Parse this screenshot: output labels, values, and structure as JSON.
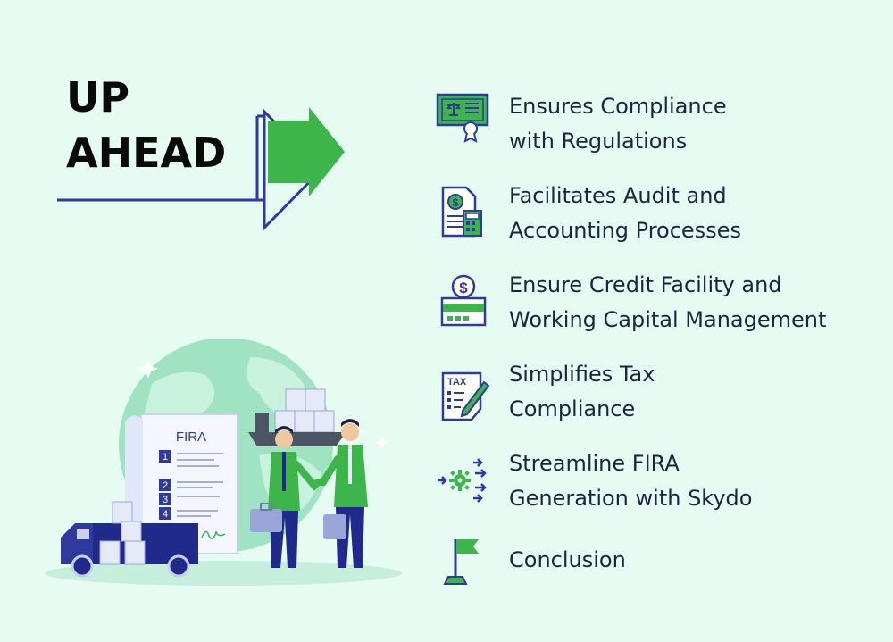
{
  "heading": {
    "line1": "UP",
    "line2": "AHEAD"
  },
  "colors": {
    "background": "#E6FBF2",
    "navy": "#2E3A9E",
    "green": "#3DB54A",
    "text": "#1b2540"
  },
  "items": [
    {
      "line1": "Ensures Compliance",
      "line2": "with Regulations",
      "icon": "certificate-icon"
    },
    {
      "line1": "Facilitates Audit and",
      "line2": "Accounting Processes",
      "icon": "audit-calculator-icon"
    },
    {
      "line1": "Ensure Credit Facility and",
      "line2": "Working Capital Management",
      "icon": "credit-card-icon"
    },
    {
      "line1": "Simplifies Tax",
      "line2": "Compliance",
      "icon": "tax-document-icon"
    },
    {
      "line1": "Streamline FIRA",
      "line2": "Generation with Skydo",
      "icon": "gear-arrows-icon"
    },
    {
      "line1": "Conclusion",
      "icon": "flag-icon"
    }
  ],
  "illustration": {
    "document_title": "FIRA",
    "steps": [
      "1",
      "2",
      "3",
      "4"
    ]
  }
}
